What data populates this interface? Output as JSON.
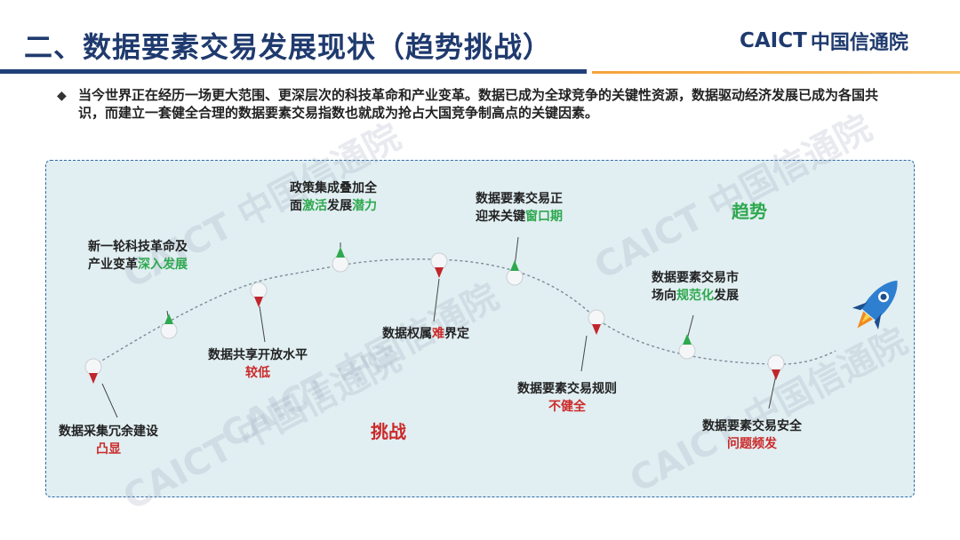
{
  "header": {
    "title": "二、数据要素交易发展现状（趋势挑战）",
    "logo_en": "CAICT",
    "logo_cn": "中国信通院"
  },
  "intro": {
    "bullet": "◆",
    "text": "当今世界正在经历一场更大范围、更深层次的科技革命和产业变革。数据已成为全球竞争的关键性资源，数据驱动经济发展已成为各国共识，而建立一套健全合理的数据要素交易指数也就成为抢占大国竞争制高点的关键因素。"
  },
  "trends_heading": "趋势",
  "challenges_heading": "挑战",
  "trends": [
    {
      "prefix": "新一轮科技革命及",
      "line2_pre": "产业变革",
      "highlight": "深入发展",
      "line2_post": ""
    },
    {
      "prefix": "政策集成叠加全",
      "line2_pre": "面",
      "highlight": "激活",
      "line2_mid": "发展",
      "highlight2": "潜力"
    },
    {
      "prefix": "数据要素交易正",
      "line2_pre": "迎来关键",
      "highlight": "窗口期",
      "line2_post": ""
    },
    {
      "prefix": "数据要素交易市",
      "line2_pre": "场向",
      "highlight": "规范化",
      "line2_post": "发展"
    }
  ],
  "challenges": [
    {
      "line1": "数据采集冗余建设",
      "line2": "凸显"
    },
    {
      "line1": "数据共享开放水平",
      "line2": "较低"
    },
    {
      "line1_pre": "数据权属",
      "highlight": "难",
      "line1_post": "界定"
    },
    {
      "line1": "数据要素交易规则",
      "line2": "不健全"
    },
    {
      "line1": "数据要素交易安全",
      "line2": "问题频发"
    }
  ],
  "watermark": "CAICT 中国信通院",
  "colors": {
    "accent_blue": "#1f3a6e",
    "trend_green": "#2fa84f",
    "challenge_red": "#cc2a2a",
    "panel_bg": "#e1eff2"
  }
}
